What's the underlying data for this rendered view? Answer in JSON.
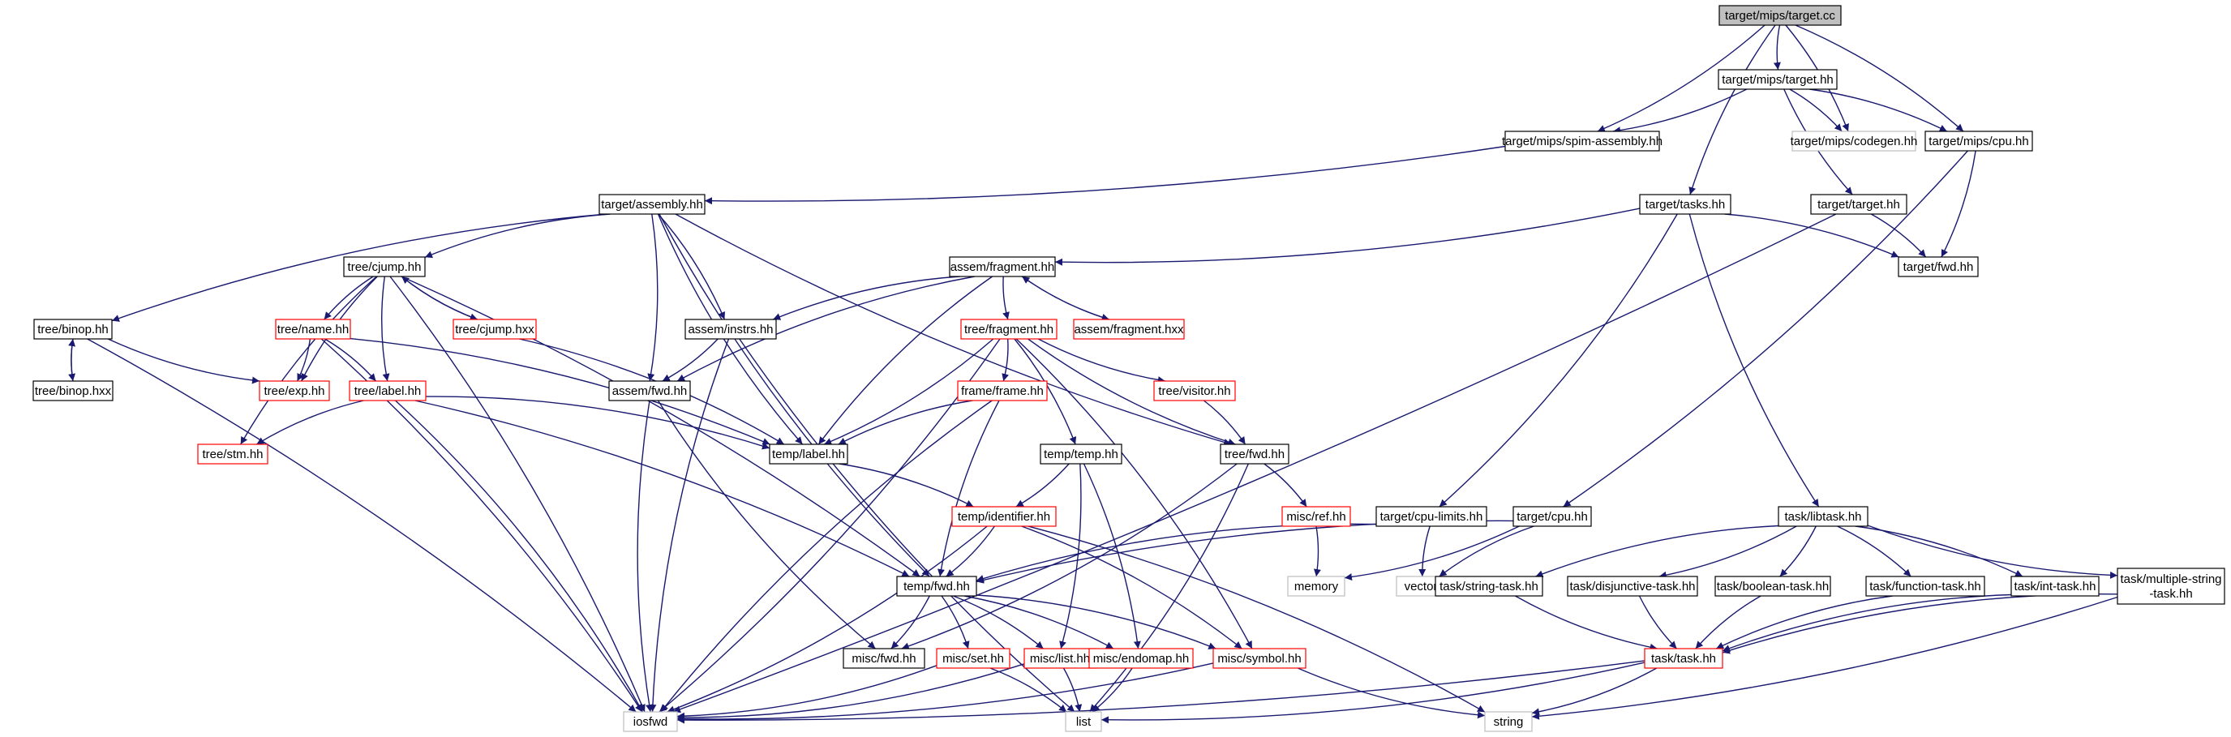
{
  "nodes": [
    {
      "id": "target_mips_target_cc",
      "label": "target/mips/target.cc",
      "style": "root"
    },
    {
      "id": "target_mips_target_hh",
      "label": "target/mips/target.hh",
      "style": "normal"
    },
    {
      "id": "target_mips_spim_assembly_hh",
      "label": "target/mips/spim-assembly.hh",
      "style": "normal"
    },
    {
      "id": "target_mips_codegen_hh",
      "label": "target/mips/codegen.hh",
      "style": "external"
    },
    {
      "id": "target_mips_cpu_hh",
      "label": "target/mips/cpu.hh",
      "style": "normal"
    },
    {
      "id": "target_assembly_hh",
      "label": "target/assembly.hh",
      "style": "normal"
    },
    {
      "id": "target_tasks_hh",
      "label": "target/tasks.hh",
      "style": "normal"
    },
    {
      "id": "target_target_hh",
      "label": "target/target.hh",
      "style": "normal"
    },
    {
      "id": "target_fwd_hh",
      "label": "target/fwd.hh",
      "style": "normal"
    },
    {
      "id": "tree_cjump_hh",
      "label": "tree/cjump.hh",
      "style": "normal"
    },
    {
      "id": "assem_fragment_hh",
      "label": "assem/fragment.hh",
      "style": "normal"
    },
    {
      "id": "tree_binop_hh",
      "label": "tree/binop.hh",
      "style": "normal"
    },
    {
      "id": "tree_name_hh",
      "label": "tree/name.hh",
      "style": "incomplete"
    },
    {
      "id": "tree_cjump_hxx",
      "label": "tree/cjump.hxx",
      "style": "incomplete"
    },
    {
      "id": "assem_instrs_hh",
      "label": "assem/instrs.hh",
      "style": "normal"
    },
    {
      "id": "tree_fragment_hh",
      "label": "tree/fragment.hh",
      "style": "incomplete"
    },
    {
      "id": "assem_fragment_hxx",
      "label": "assem/fragment.hxx",
      "style": "incomplete"
    },
    {
      "id": "tree_binop_hxx",
      "label": "tree/binop.hxx",
      "style": "normal"
    },
    {
      "id": "tree_exp_hh",
      "label": "tree/exp.hh",
      "style": "incomplete"
    },
    {
      "id": "tree_label_hh",
      "label": "tree/label.hh",
      "style": "incomplete"
    },
    {
      "id": "assem_fwd_hh",
      "label": "assem/fwd.hh",
      "style": "normal"
    },
    {
      "id": "frame_frame_hh",
      "label": "frame/frame.hh",
      "style": "incomplete"
    },
    {
      "id": "tree_visitor_hh",
      "label": "tree/visitor.hh",
      "style": "incomplete"
    },
    {
      "id": "tree_stm_hh",
      "label": "tree/stm.hh",
      "style": "incomplete"
    },
    {
      "id": "temp_label_hh",
      "label": "temp/label.hh",
      "style": "normal"
    },
    {
      "id": "temp_temp_hh",
      "label": "temp/temp.hh",
      "style": "normal"
    },
    {
      "id": "tree_fwd_hh",
      "label": "tree/fwd.hh",
      "style": "normal"
    },
    {
      "id": "temp_identifier_hh",
      "label": "temp/identifier.hh",
      "style": "incomplete"
    },
    {
      "id": "misc_ref_hh",
      "label": "misc/ref.hh",
      "style": "incomplete"
    },
    {
      "id": "target_cpu_limits_hh",
      "label": "target/cpu-limits.hh",
      "style": "normal"
    },
    {
      "id": "target_cpu_hh",
      "label": "target/cpu.hh",
      "style": "normal"
    },
    {
      "id": "task_libtask_hh",
      "label": "task/libtask.hh",
      "style": "normal"
    },
    {
      "id": "temp_fwd_hh",
      "label": "temp/fwd.hh",
      "style": "normal"
    },
    {
      "id": "memory",
      "label": "memory",
      "style": "external"
    },
    {
      "id": "vector",
      "label": "vector",
      "style": "external"
    },
    {
      "id": "task_string_task_hh",
      "label": "task/string-task.hh",
      "style": "normal"
    },
    {
      "id": "task_disjunctive_task_hh",
      "label": "task/disjunctive-task.hh",
      "style": "normal"
    },
    {
      "id": "task_boolean_task_hh",
      "label": "task/boolean-task.hh",
      "style": "normal"
    },
    {
      "id": "task_function_task_hh",
      "label": "task/function-task.hh",
      "style": "normal"
    },
    {
      "id": "task_int_task_hh",
      "label": "task/int-task.hh",
      "style": "normal"
    },
    {
      "id": "task_multiple_string_task_hh",
      "label": [
        "task/multiple-string",
        "-task.hh"
      ],
      "style": "normal"
    },
    {
      "id": "misc_fwd_hh",
      "label": "misc/fwd.hh",
      "style": "normal"
    },
    {
      "id": "misc_set_hh",
      "label": "misc/set.hh",
      "style": "incomplete"
    },
    {
      "id": "misc_list_hh",
      "label": "misc/list.hh",
      "style": "incomplete"
    },
    {
      "id": "misc_endomap_hh",
      "label": "misc/endomap.hh",
      "style": "incomplete"
    },
    {
      "id": "misc_symbol_hh",
      "label": "misc/symbol.hh",
      "style": "incomplete"
    },
    {
      "id": "task_task_hh",
      "label": "task/task.hh",
      "style": "incomplete"
    },
    {
      "id": "iosfwd",
      "label": "iosfwd",
      "style": "external"
    },
    {
      "id": "list",
      "label": "list",
      "style": "external"
    },
    {
      "id": "string",
      "label": "string",
      "style": "external"
    }
  ],
  "edges": [
    [
      "target_mips_target_cc",
      "target_mips_target_hh"
    ],
    [
      "target_mips_target_cc",
      "target_mips_spim_assembly_hh"
    ],
    [
      "target_mips_target_cc",
      "target_mips_codegen_hh"
    ],
    [
      "target_mips_target_cc",
      "target_mips_cpu_hh"
    ],
    [
      "target_mips_target_cc",
      "target_tasks_hh"
    ],
    [
      "target_mips_target_hh",
      "target_mips_spim_assembly_hh"
    ],
    [
      "target_mips_target_hh",
      "target_mips_codegen_hh"
    ],
    [
      "target_mips_target_hh",
      "target_mips_cpu_hh"
    ],
    [
      "target_mips_target_hh",
      "target_target_hh"
    ],
    [
      "target_mips_spim_assembly_hh",
      "target_assembly_hh"
    ],
    [
      "target_mips_cpu_hh",
      "target_fwd_hh"
    ],
    [
      "target_mips_cpu_hh",
      "target_cpu_hh"
    ],
    [
      "target_target_hh",
      "target_fwd_hh"
    ],
    [
      "target_target_hh",
      "iosfwd"
    ],
    [
      "target_tasks_hh",
      "target_fwd_hh"
    ],
    [
      "target_tasks_hh",
      "assem_fragment_hh"
    ],
    [
      "target_tasks_hh",
      "target_cpu_limits_hh"
    ],
    [
      "target_tasks_hh",
      "task_libtask_hh"
    ],
    [
      "target_assembly_hh",
      "tree_binop_hh"
    ],
    [
      "target_assembly_hh",
      "tree_cjump_hh"
    ],
    [
      "target_assembly_hh",
      "assem_instrs_hh"
    ],
    [
      "target_assembly_hh",
      "assem_fwd_hh"
    ],
    [
      "target_assembly_hh",
      "temp_label_hh"
    ],
    [
      "target_assembly_hh",
      "tree_fwd_hh"
    ],
    [
      "target_assembly_hh",
      "temp_fwd_hh"
    ],
    [
      "tree_cjump_hh",
      "tree_name_hh"
    ],
    [
      "tree_cjump_hh",
      "tree_cjump_hxx"
    ],
    [
      "tree_cjump_hh",
      "tree_exp_hh"
    ],
    [
      "tree_cjump_hh",
      "tree_label_hh"
    ],
    [
      "tree_cjump_hh",
      "tree_stm_hh"
    ],
    [
      "tree_cjump_hh",
      "temp_fwd_hh"
    ],
    [
      "tree_cjump_hh",
      "iosfwd"
    ],
    [
      "tree_cjump_hxx",
      "tree_cjump_hh"
    ],
    [
      "tree_cjump_hxx",
      "temp_label_hh"
    ],
    [
      "tree_binop_hh",
      "tree_binop_hxx"
    ],
    [
      "tree_binop_hh",
      "tree_exp_hh"
    ],
    [
      "tree_binop_hh",
      "iosfwd"
    ],
    [
      "tree_binop_hxx",
      "tree_binop_hh"
    ],
    [
      "tree_name_hh",
      "tree_exp_hh"
    ],
    [
      "tree_name_hh",
      "tree_label_hh"
    ],
    [
      "tree_name_hh",
      "temp_label_hh"
    ],
    [
      "tree_name_hh",
      "iosfwd"
    ],
    [
      "tree_label_hh",
      "tree_stm_hh"
    ],
    [
      "tree_label_hh",
      "temp_label_hh"
    ],
    [
      "tree_label_hh",
      "temp_fwd_hh"
    ],
    [
      "tree_label_hh",
      "iosfwd"
    ],
    [
      "assem_fragment_hh",
      "assem_instrs_hh"
    ],
    [
      "assem_fragment_hh",
      "assem_fwd_hh"
    ],
    [
      "assem_fragment_hh",
      "tree_fragment_hh"
    ],
    [
      "assem_fragment_hh",
      "assem_fragment_hxx"
    ],
    [
      "assem_fragment_hh",
      "temp_label_hh"
    ],
    [
      "assem_fragment_hxx",
      "assem_fragment_hh"
    ],
    [
      "assem_instrs_hh",
      "assem_fwd_hh"
    ],
    [
      "assem_instrs_hh",
      "iosfwd"
    ],
    [
      "assem_instrs_hh",
      "list"
    ],
    [
      "assem_fwd_hh",
      "misc_fwd_hh"
    ],
    [
      "assem_fwd_hh",
      "iosfwd"
    ],
    [
      "tree_fragment_hh",
      "frame_frame_hh"
    ],
    [
      "tree_fragment_hh",
      "temp_label_hh"
    ],
    [
      "tree_fragment_hh",
      "temp_temp_hh"
    ],
    [
      "tree_fragment_hh",
      "tree_visitor_hh"
    ],
    [
      "tree_fragment_hh",
      "tree_fwd_hh"
    ],
    [
      "tree_fragment_hh",
      "misc_symbol_hh"
    ],
    [
      "tree_fragment_hh",
      "iosfwd"
    ],
    [
      "tree_visitor_hh",
      "tree_fwd_hh"
    ],
    [
      "frame_frame_hh",
      "temp_label_hh"
    ],
    [
      "frame_frame_hh",
      "temp_fwd_hh"
    ],
    [
      "frame_frame_hh",
      "iosfwd"
    ],
    [
      "temp_label_hh",
      "temp_identifier_hh"
    ],
    [
      "temp_temp_hh",
      "temp_identifier_hh"
    ],
    [
      "temp_temp_hh",
      "misc_list_hh"
    ],
    [
      "temp_temp_hh",
      "misc_endomap_hh"
    ],
    [
      "temp_identifier_hh",
      "temp_fwd_hh"
    ],
    [
      "temp_identifier_hh",
      "misc_symbol_hh"
    ],
    [
      "temp_identifier_hh",
      "iosfwd"
    ],
    [
      "temp_identifier_hh",
      "string"
    ],
    [
      "tree_fwd_hh",
      "misc_ref_hh"
    ],
    [
      "tree_fwd_hh",
      "misc_fwd_hh"
    ],
    [
      "tree_fwd_hh",
      "list"
    ],
    [
      "misc_ref_hh",
      "memory"
    ],
    [
      "target_cpu_limits_hh",
      "temp_fwd_hh"
    ],
    [
      "target_cpu_limits_hh",
      "vector"
    ],
    [
      "target_cpu_hh",
      "temp_fwd_hh"
    ],
    [
      "target_cpu_hh",
      "memory"
    ],
    [
      "target_cpu_hh",
      "vector"
    ],
    [
      "task_libtask_hh",
      "task_string_task_hh"
    ],
    [
      "task_libtask_hh",
      "task_disjunctive_task_hh"
    ],
    [
      "task_libtask_hh",
      "task_boolean_task_hh"
    ],
    [
      "task_libtask_hh",
      "task_function_task_hh"
    ],
    [
      "task_libtask_hh",
      "task_int_task_hh"
    ],
    [
      "task_libtask_hh",
      "task_multiple_string_task_hh"
    ],
    [
      "task_string_task_hh",
      "task_task_hh"
    ],
    [
      "task_disjunctive_task_hh",
      "task_task_hh"
    ],
    [
      "task_boolean_task_hh",
      "task_task_hh"
    ],
    [
      "task_function_task_hh",
      "task_task_hh"
    ],
    [
      "task_int_task_hh",
      "task_task_hh"
    ],
    [
      "task_multiple_string_task_hh",
      "task_task_hh"
    ],
    [
      "task_multiple_string_task_hh",
      "string"
    ],
    [
      "task_task_hh",
      "iosfwd"
    ],
    [
      "task_task_hh",
      "list"
    ],
    [
      "task_task_hh",
      "string"
    ],
    [
      "temp_fwd_hh",
      "misc_fwd_hh"
    ],
    [
      "temp_fwd_hh",
      "misc_set_hh"
    ],
    [
      "temp_fwd_hh",
      "misc_list_hh"
    ],
    [
      "temp_fwd_hh",
      "misc_endomap_hh"
    ],
    [
      "temp_fwd_hh",
      "misc_symbol_hh"
    ],
    [
      "misc_set_hh",
      "iosfwd"
    ],
    [
      "misc_set_hh",
      "list"
    ],
    [
      "misc_list_hh",
      "iosfwd"
    ],
    [
      "misc_list_hh",
      "list"
    ],
    [
      "misc_endomap_hh",
      "list"
    ],
    [
      "misc_symbol_hh",
      "iosfwd"
    ],
    [
      "misc_symbol_hh",
      "string"
    ]
  ],
  "colors": {
    "edge": "#191970",
    "normal_border": "#000000",
    "incomplete_border": "#ff0000",
    "external_border": "#bfbfbf",
    "root_fill": "#bfbfbf",
    "node_fill": "#ffffff",
    "text": "#000000"
  }
}
